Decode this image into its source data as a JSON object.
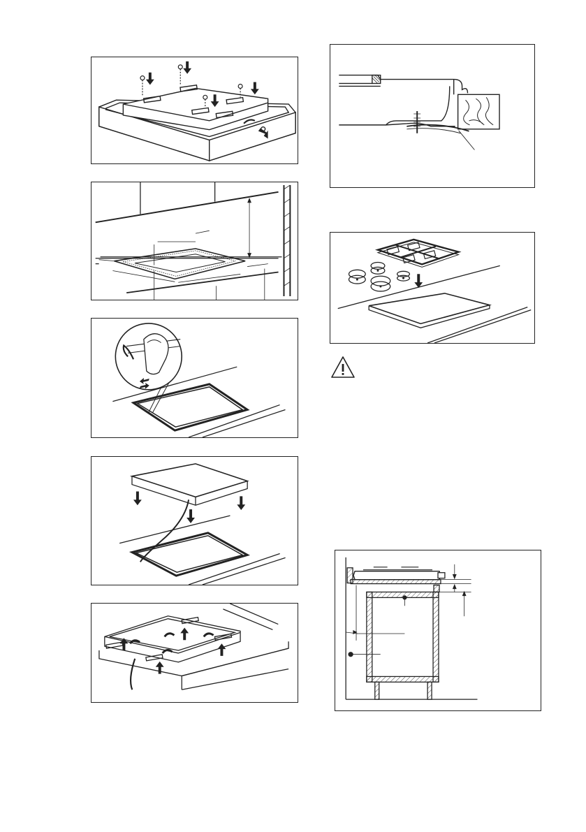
{
  "page": {
    "figures": [
      {
        "id": "fig-brackets-screws"
      },
      {
        "id": "fig-cutout-dimensions"
      },
      {
        "id": "fig-seal-application"
      },
      {
        "id": "fig-hob-lowering"
      },
      {
        "id": "fig-brackets-underside"
      },
      {
        "id": "fig-bracket-section"
      },
      {
        "id": "fig-hob-grids-burners"
      },
      {
        "id": "fig-cabinet-section"
      }
    ],
    "warning_icon": "warning-triangle-icon",
    "colors": {
      "line": "#222222",
      "hatch": "#555555",
      "background": "#ffffff"
    }
  }
}
